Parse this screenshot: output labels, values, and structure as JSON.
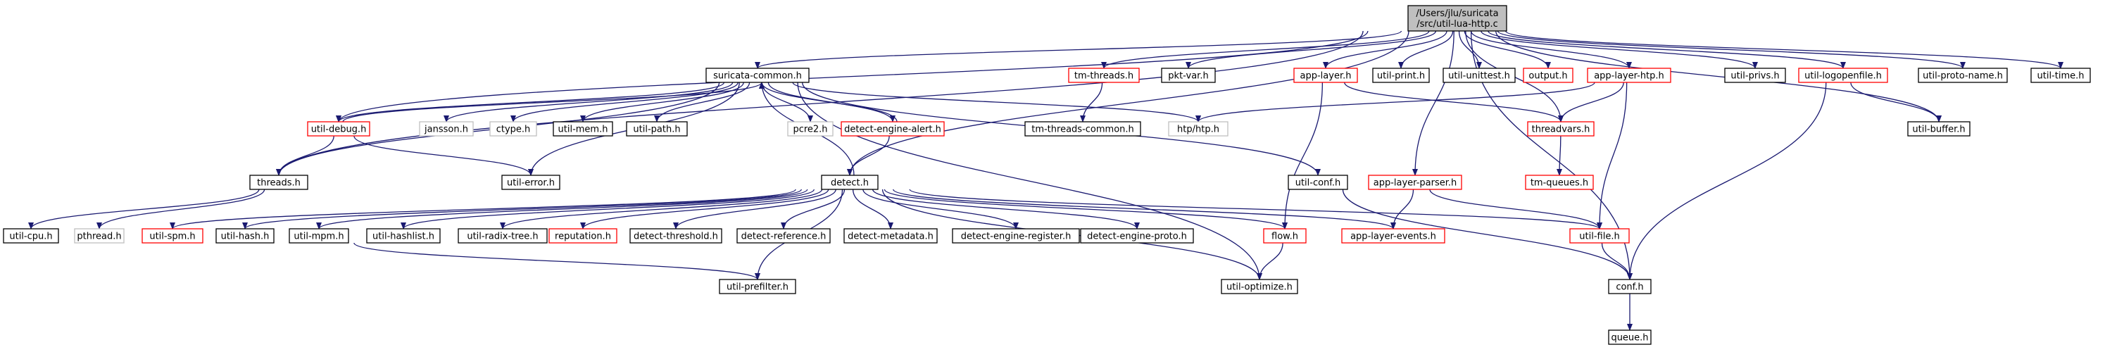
{
  "diagram": {
    "colors": {
      "edge": "#191970",
      "border_black": "#000000",
      "border_red": "#ff0000",
      "border_gray": "#bfbfbf",
      "root_fill": "#bfbfbf",
      "fill": "#ffffff"
    },
    "nodes": [
      {
        "id": "root",
        "label": [
          "/Users/jlu/suricata",
          "/src/util-lua-http.c"
        ],
        "style": "root"
      },
      {
        "id": "suricata_common",
        "label": [
          "suricata-common.h"
        ],
        "style": "black"
      },
      {
        "id": "tm_threads",
        "label": [
          "tm-threads.h"
        ],
        "style": "red"
      },
      {
        "id": "pkt_var",
        "label": [
          "pkt-var.h"
        ],
        "style": "black"
      },
      {
        "id": "app_layer",
        "label": [
          "app-layer.h"
        ],
        "style": "red"
      },
      {
        "id": "util_print",
        "label": [
          "util-print.h"
        ],
        "style": "black"
      },
      {
        "id": "util_unittest",
        "label": [
          "util-unittest.h"
        ],
        "style": "black"
      },
      {
        "id": "output",
        "label": [
          "output.h"
        ],
        "style": "red"
      },
      {
        "id": "app_layer_htp",
        "label": [
          "app-layer-htp.h"
        ],
        "style": "red"
      },
      {
        "id": "util_privs",
        "label": [
          "util-privs.h"
        ],
        "style": "black"
      },
      {
        "id": "util_logopenfile",
        "label": [
          "util-logopenfile.h"
        ],
        "style": "red"
      },
      {
        "id": "util_proto_name",
        "label": [
          "util-proto-name.h"
        ],
        "style": "black"
      },
      {
        "id": "util_time",
        "label": [
          "util-time.h"
        ],
        "style": "black"
      },
      {
        "id": "util_debug",
        "label": [
          "util-debug.h"
        ],
        "style": "red"
      },
      {
        "id": "jansson",
        "label": [
          "jansson.h"
        ],
        "style": "gray"
      },
      {
        "id": "ctype",
        "label": [
          "ctype.h"
        ],
        "style": "gray"
      },
      {
        "id": "util_mem",
        "label": [
          "util-mem.h"
        ],
        "style": "black"
      },
      {
        "id": "util_path",
        "label": [
          "util-path.h"
        ],
        "style": "black"
      },
      {
        "id": "pcre2",
        "label": [
          "pcre2.h"
        ],
        "style": "gray"
      },
      {
        "id": "detect_engine_alert",
        "label": [
          "detect-engine-alert.h"
        ],
        "style": "red"
      },
      {
        "id": "tm_threads_common",
        "label": [
          "tm-threads-common.h"
        ],
        "style": "black"
      },
      {
        "id": "htp",
        "label": [
          "htp/htp.h"
        ],
        "style": "gray"
      },
      {
        "id": "threadvars",
        "label": [
          "threadvars.h"
        ],
        "style": "red"
      },
      {
        "id": "util_buffer",
        "label": [
          "util-buffer.h"
        ],
        "style": "black"
      },
      {
        "id": "threads",
        "label": [
          "threads.h"
        ],
        "style": "black"
      },
      {
        "id": "util_error",
        "label": [
          "util-error.h"
        ],
        "style": "black"
      },
      {
        "id": "detect",
        "label": [
          "detect.h"
        ],
        "style": "black"
      },
      {
        "id": "util_conf",
        "label": [
          "util-conf.h"
        ],
        "style": "black"
      },
      {
        "id": "app_layer_parser",
        "label": [
          "app-layer-parser.h"
        ],
        "style": "red"
      },
      {
        "id": "tm_queues",
        "label": [
          "tm-queues.h"
        ],
        "style": "red"
      },
      {
        "id": "util_cpu",
        "label": [
          "util-cpu.h"
        ],
        "style": "black"
      },
      {
        "id": "pthread",
        "label": [
          "pthread.h"
        ],
        "style": "gray"
      },
      {
        "id": "util_spm",
        "label": [
          "util-spm.h"
        ],
        "style": "red"
      },
      {
        "id": "util_hash",
        "label": [
          "util-hash.h"
        ],
        "style": "black"
      },
      {
        "id": "util_mpm",
        "label": [
          "util-mpm.h"
        ],
        "style": "black"
      },
      {
        "id": "util_hashlist",
        "label": [
          "util-hashlist.h"
        ],
        "style": "black"
      },
      {
        "id": "util_radix_tree",
        "label": [
          "util-radix-tree.h"
        ],
        "style": "black"
      },
      {
        "id": "reputation",
        "label": [
          "reputation.h"
        ],
        "style": "red"
      },
      {
        "id": "detect_threshold",
        "label": [
          "detect-threshold.h"
        ],
        "style": "black"
      },
      {
        "id": "detect_reference",
        "label": [
          "detect-reference.h"
        ],
        "style": "black"
      },
      {
        "id": "detect_metadata",
        "label": [
          "detect-metadata.h"
        ],
        "style": "black"
      },
      {
        "id": "detect_engine_register",
        "label": [
          "detect-engine-register.h"
        ],
        "style": "black"
      },
      {
        "id": "detect_engine_proto",
        "label": [
          "detect-engine-proto.h"
        ],
        "style": "black"
      },
      {
        "id": "flow",
        "label": [
          "flow.h"
        ],
        "style": "red"
      },
      {
        "id": "app_layer_events",
        "label": [
          "app-layer-events.h"
        ],
        "style": "red"
      },
      {
        "id": "util_file",
        "label": [
          "util-file.h"
        ],
        "style": "red"
      },
      {
        "id": "util_optimize",
        "label": [
          "util-optimize.h"
        ],
        "style": "black"
      },
      {
        "id": "util_prefilter",
        "label": [
          "util-prefilter.h"
        ],
        "style": "black"
      },
      {
        "id": "conf",
        "label": [
          "conf.h"
        ],
        "style": "black"
      },
      {
        "id": "queue",
        "label": [
          "queue.h"
        ],
        "style": "black"
      }
    ],
    "edges": [
      [
        "root",
        "suricata_common"
      ],
      [
        "root",
        "tm_threads"
      ],
      [
        "root",
        "pkt_var"
      ],
      [
        "root",
        "app_layer"
      ],
      [
        "root",
        "util_print"
      ],
      [
        "root",
        "util_unittest"
      ],
      [
        "root",
        "output"
      ],
      [
        "root",
        "app_layer_htp"
      ],
      [
        "root",
        "util_privs"
      ],
      [
        "root",
        "util_logopenfile"
      ],
      [
        "root",
        "util_proto_name"
      ],
      [
        "root",
        "util_time"
      ],
      [
        "root",
        "util_debug"
      ],
      [
        "root",
        "threads"
      ],
      [
        "root",
        "detect"
      ],
      [
        "root",
        "app_layer_parser"
      ],
      [
        "root",
        "threadvars"
      ],
      [
        "root",
        "conf"
      ],
      [
        "root",
        "util_buffer"
      ],
      [
        "suricata_common",
        "util_debug"
      ],
      [
        "suricata_common",
        "jansson"
      ],
      [
        "suricata_common",
        "ctype"
      ],
      [
        "suricata_common",
        "util_mem"
      ],
      [
        "suricata_common",
        "util_path"
      ],
      [
        "suricata_common",
        "pcre2"
      ],
      [
        "suricata_common",
        "detect_engine_alert"
      ],
      [
        "suricata_common",
        "threads"
      ],
      [
        "suricata_common",
        "util_error"
      ],
      [
        "suricata_common",
        "htp"
      ],
      [
        "suricata_common",
        "util_conf"
      ],
      [
        "suricata_common",
        "util_optimize"
      ],
      [
        "util_debug",
        "suricata_common"
      ],
      [
        "util_debug",
        "threads"
      ],
      [
        "util_debug",
        "util_error"
      ],
      [
        "threads",
        "util_cpu"
      ],
      [
        "threads",
        "pthread"
      ],
      [
        "tm_threads",
        "tm_threads_common"
      ],
      [
        "app_layer",
        "flow"
      ],
      [
        "app_layer",
        "threadvars"
      ],
      [
        "app_layer_htp",
        "htp"
      ],
      [
        "app_layer_htp",
        "util_file"
      ],
      [
        "app_layer_htp",
        "threadvars"
      ],
      [
        "threadvars",
        "tm_queues"
      ],
      [
        "util_logopenfile",
        "util_buffer"
      ],
      [
        "util_logopenfile",
        "conf"
      ],
      [
        "detect_engine_alert",
        "suricata_common"
      ],
      [
        "detect_engine_alert",
        "detect"
      ],
      [
        "detect",
        "suricata_common"
      ],
      [
        "detect",
        "util_spm"
      ],
      [
        "detect",
        "util_hash"
      ],
      [
        "detect",
        "util_mpm"
      ],
      [
        "detect",
        "util_hashlist"
      ],
      [
        "detect",
        "util_radix_tree"
      ],
      [
        "detect",
        "reputation"
      ],
      [
        "detect",
        "detect_threshold"
      ],
      [
        "detect",
        "detect_reference"
      ],
      [
        "detect",
        "detect_metadata"
      ],
      [
        "detect",
        "detect_engine_register"
      ],
      [
        "detect",
        "detect_engine_proto"
      ],
      [
        "detect",
        "flow"
      ],
      [
        "detect",
        "app_layer_events"
      ],
      [
        "detect",
        "util_file"
      ],
      [
        "detect",
        "util_optimize"
      ],
      [
        "detect",
        "util_prefilter"
      ],
      [
        "util_mpm",
        "util_prefilter"
      ],
      [
        "app_layer_parser",
        "app_layer_events"
      ],
      [
        "app_layer_parser",
        "util_file"
      ],
      [
        "util_conf",
        "conf"
      ],
      [
        "flow",
        "util_optimize"
      ],
      [
        "util_file",
        "conf"
      ],
      [
        "conf",
        "queue"
      ]
    ]
  }
}
